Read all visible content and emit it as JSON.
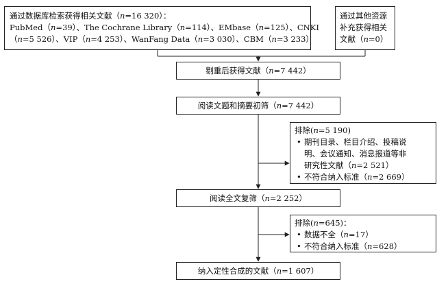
{
  "boxes": {
    "database_search": {
      "lines": [
        [
          {
            "t": "通过数据库检索获得相关文献（"
          },
          {
            "t": "n",
            "i": true
          },
          {
            "t": "=16 320）："
          }
        ],
        [
          {
            "t": "PubMed（"
          },
          {
            "t": "n",
            "i": true
          },
          {
            "t": "=39）、The Cochrane Library（"
          },
          {
            "t": "n",
            "i": true
          },
          {
            "t": "=114）、EMbase（"
          },
          {
            "t": "n",
            "i": true
          },
          {
            "t": "=125）、CNKI"
          }
        ],
        [
          {
            "t": "（"
          },
          {
            "t": "n",
            "i": true
          },
          {
            "t": "=5 526）、VIP（"
          },
          {
            "t": "n",
            "i": true
          },
          {
            "t": "=4 253）、WanFang Data（"
          },
          {
            "t": "n",
            "i": true
          },
          {
            "t": "=3 030）、CBM（"
          },
          {
            "t": "n",
            "i": true
          },
          {
            "t": "=3 233）"
          }
        ]
      ]
    },
    "other_sources": {
      "lines": [
        [
          {
            "t": "通过其他资源"
          }
        ],
        [
          {
            "t": "补充获得相关"
          }
        ],
        [
          {
            "t": "文献（"
          },
          {
            "t": "n",
            "i": true
          },
          {
            "t": "=0）"
          }
        ]
      ]
    },
    "after_dedup": {
      "parts": [
        {
          "t": "剔重后获得文献（"
        },
        {
          "t": "n",
          "i": true
        },
        {
          "t": "=7 442）"
        }
      ]
    },
    "title_abstract_screen": {
      "parts": [
        {
          "t": "阅读文题和摘要初筛（"
        },
        {
          "t": "n",
          "i": true
        },
        {
          "t": "=7 442）"
        }
      ]
    },
    "exclusion_1": {
      "head": [
        {
          "t": "排除("
        },
        {
          "t": "n",
          "i": true
        },
        {
          "t": "=5 190)"
        }
      ],
      "items": [
        [
          [
            {
              "t": "期刊目录、栏目介绍、投稿说"
            }
          ],
          [
            {
              "t": "明、会议通知、消息报道等非"
            }
          ],
          [
            {
              "t": "研究性文献（"
            },
            {
              "t": "n",
              "i": true
            },
            {
              "t": "=2 521）"
            }
          ]
        ],
        [
          [
            {
              "t": "不符合纳入标准（"
            },
            {
              "t": "n",
              "i": true
            },
            {
              "t": "=2 669）"
            }
          ]
        ]
      ]
    },
    "fulltext_screen": {
      "parts": [
        {
          "t": "阅读全文复筛（"
        },
        {
          "t": "n",
          "i": true
        },
        {
          "t": "=2 252）"
        }
      ]
    },
    "exclusion_2": {
      "head": [
        {
          "t": "排除("
        },
        {
          "t": "n",
          "i": true
        },
        {
          "t": "=645)："
        }
      ],
      "items": [
        [
          [
            {
              "t": "数据不全（"
            },
            {
              "t": "n",
              "i": true
            },
            {
              "t": "=17）"
            }
          ]
        ],
        [
          [
            {
              "t": "不符合纳入标准（"
            },
            {
              "t": "n",
              "i": true
            },
            {
              "t": "=628）"
            }
          ]
        ]
      ]
    },
    "included": {
      "parts": [
        {
          "t": "纳入定性合成的文献（"
        },
        {
          "t": "n",
          "i": true
        },
        {
          "t": "=1 607）"
        }
      ]
    }
  }
}
